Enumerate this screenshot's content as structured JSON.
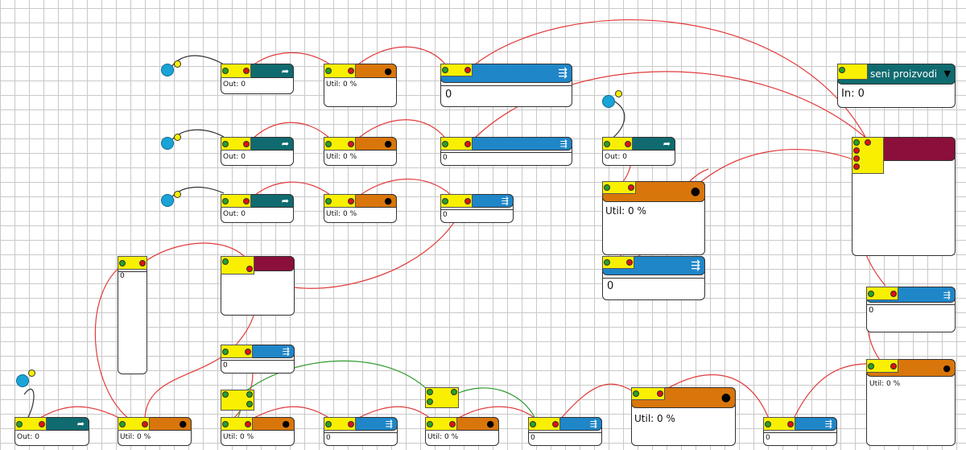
{
  "blocks": {
    "gen1": {
      "label": "Out: 0"
    },
    "gen2": {
      "label": "Out: 0"
    },
    "gen3": {
      "label": "Out: 0"
    },
    "gen4": {
      "label": "Out: 0"
    },
    "gen5": {
      "label": "Out: 0"
    },
    "proc1": {
      "label": "Util: 0 %"
    },
    "proc2": {
      "label": "Util: 0 %"
    },
    "proc3": {
      "label": "Util: 0 %"
    },
    "proc4": {
      "label": "Util: 0 %"
    },
    "proc5": {
      "label": "Util: 0 %"
    },
    "proc6": {
      "label": "Util: 0 %"
    },
    "proc7": {
      "label": "Util: 0 %"
    },
    "proc8": {
      "label": "Util: 0 %"
    },
    "proc9": {
      "label": "Util: 0 %"
    },
    "q1": {
      "label": "0"
    },
    "q2": {
      "label": "0"
    },
    "q3": {
      "label": "0"
    },
    "q4": {
      "label": "0"
    },
    "q5": {
      "label": "0"
    },
    "q6": {
      "label": "0"
    },
    "q7": {
      "label": "0"
    },
    "q8": {
      "label": "0"
    },
    "q9": {
      "label": "0"
    },
    "q10": {
      "label": "0"
    },
    "sink": {
      "title": "seni proizvodi",
      "label": "In: 0"
    }
  },
  "glyphs": {
    "plus": "+",
    "minus": "−",
    "arrow": "➦",
    "dot": "●",
    "down": "▼",
    "queue": "⇶"
  },
  "colors": {
    "teal": "#0f6b6f",
    "orange": "#d9760b",
    "blue": "#1f86c8",
    "maroon": "#8a0f3a",
    "yellow": "#f8f000",
    "wire_red": "#e23b3b",
    "wire_green": "#2e9b2e",
    "wire_dark": "#333333"
  }
}
